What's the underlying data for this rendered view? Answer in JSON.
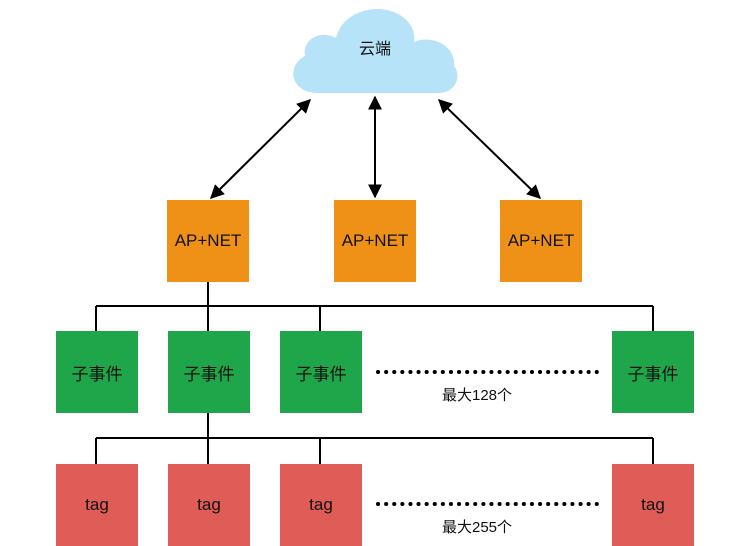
{
  "cloud": {
    "label": "云端"
  },
  "ap_nodes": [
    {
      "label": "AP+NET"
    },
    {
      "label": "AP+NET"
    },
    {
      "label": "AP+NET"
    }
  ],
  "sub_events": [
    {
      "label": "子事件"
    },
    {
      "label": "子事件"
    },
    {
      "label": "子事件"
    },
    {
      "label": "子事件"
    }
  ],
  "sub_event_limit": "最大128个",
  "tags": [
    {
      "label": "tag"
    },
    {
      "label": "tag"
    },
    {
      "label": "tag"
    },
    {
      "label": "tag"
    }
  ],
  "tag_limit": "最大255个",
  "colors": {
    "cloud": "#b6e3f8",
    "ap": "#ee9116",
    "sub_event": "#20a64a",
    "tag": "#e05c57",
    "line": "#000000"
  }
}
